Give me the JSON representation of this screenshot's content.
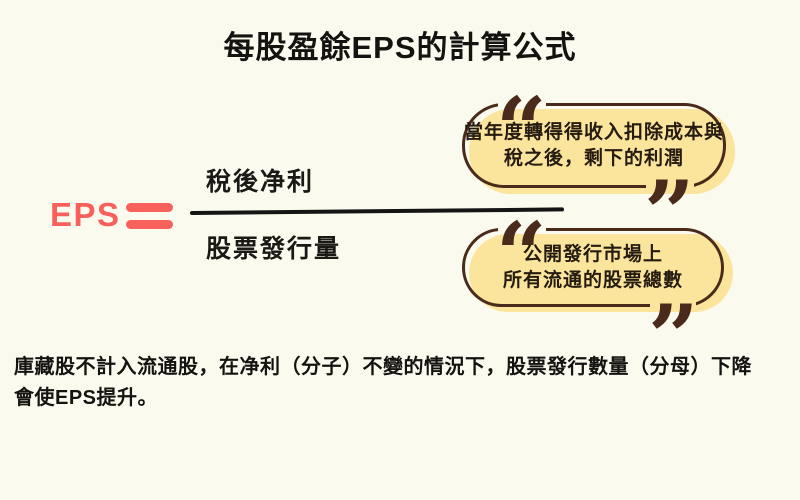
{
  "page": {
    "background_color": "#FBFAEF",
    "text_color": "#15130F"
  },
  "title": {
    "text": "每股盈餘EPS的計算公式"
  },
  "formula": {
    "lhs": "EPS",
    "numerator": "稅後净利",
    "denominator": "股票發行量",
    "accent_color": "#F8605C",
    "line_color": "#141414"
  },
  "callouts": [
    {
      "id": "numerator-note",
      "lines": [
        "當年度轉得得收入扣除成本與",
        "稅之後，剩下的利潤"
      ],
      "fill_color": "#FBE49B",
      "border_color": "#4A2B1B"
    },
    {
      "id": "denominator-note",
      "lines": [
        "公開發行市場上",
        "所有流通的股票總數"
      ],
      "fill_color": "#FBE49B",
      "border_color": "#4A2B1B"
    }
  ],
  "icons": {
    "open_quote": "“",
    "close_quote": "”"
  },
  "footnote": {
    "line1": "庫藏股不計入流通股，在净利（分子）不變的情況下，股票發行數量（分母）下降",
    "line2": "會使EPS提升。"
  }
}
